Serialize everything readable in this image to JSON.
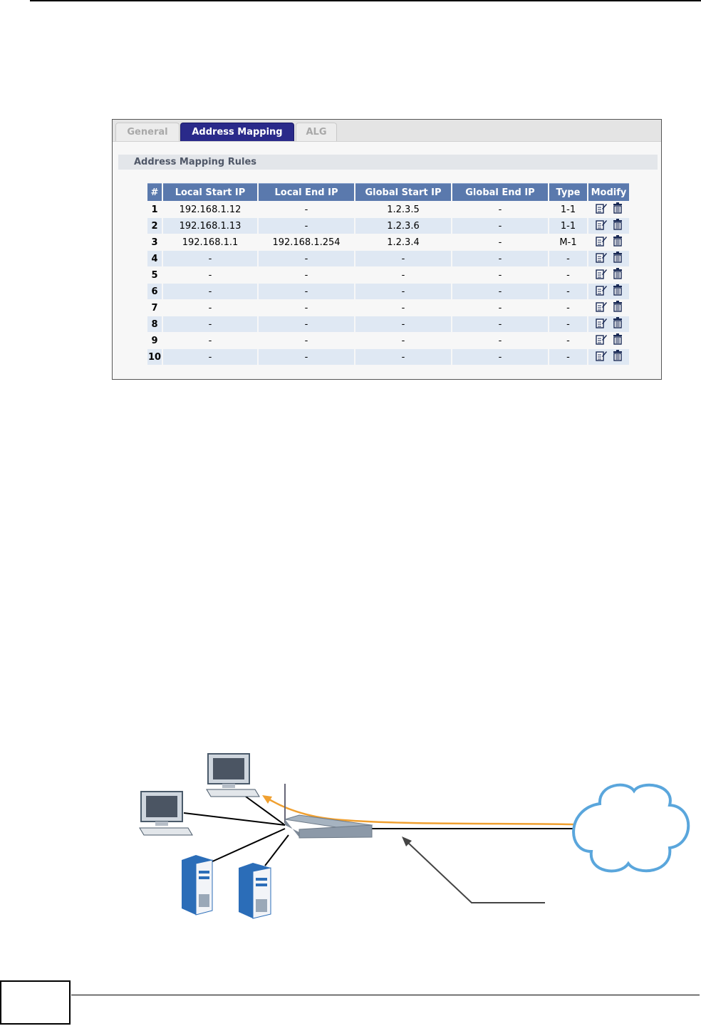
{
  "tabs": [
    {
      "label": "General",
      "active": false
    },
    {
      "label": "Address Mapping",
      "active": true
    },
    {
      "label": "ALG",
      "active": false
    }
  ],
  "section_title": "Address Mapping Rules",
  "table": {
    "headers": [
      "#",
      "Local Start IP",
      "Local End IP",
      "Global Start IP",
      "Global End IP",
      "Type",
      "Modify"
    ],
    "rows": [
      [
        "1",
        "192.168.1.12",
        "-",
        "1.2.3.5",
        "-",
        "1-1"
      ],
      [
        "2",
        "192.168.1.13",
        "-",
        "1.2.3.6",
        "-",
        "1-1"
      ],
      [
        "3",
        "192.168.1.1",
        "192.168.1.254",
        "1.2.3.4",
        "-",
        "M-1"
      ],
      [
        "4",
        "-",
        "-",
        "-",
        "-",
        "-"
      ],
      [
        "5",
        "-",
        "-",
        "-",
        "-",
        "-"
      ],
      [
        "6",
        "-",
        "-",
        "-",
        "-",
        "-"
      ],
      [
        "7",
        "-",
        "-",
        "-",
        "-",
        "-"
      ],
      [
        "8",
        "-",
        "-",
        "-",
        "-",
        "-"
      ],
      [
        "9",
        "-",
        "-",
        "-",
        "-",
        "-"
      ],
      [
        "10",
        "-",
        "-",
        "-",
        "-",
        "-"
      ]
    ]
  },
  "icons": {
    "edit": "edit-icon",
    "delete": "trash-icon"
  },
  "colors": {
    "active_tab": "#2a2a8a",
    "table_header": "#5a79ad",
    "alt_row": "#dfe8f3",
    "arrow": "#f0a030",
    "cloud": "#3a8fd0"
  }
}
